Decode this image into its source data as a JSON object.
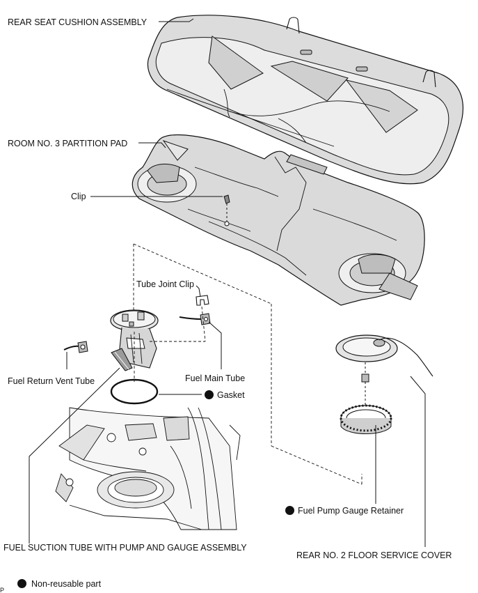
{
  "labels": {
    "rear_seat_cushion": "REAR SEAT CUSHION ASSEMBLY",
    "room_partition_pad": "ROOM NO. 3 PARTITION PAD",
    "clip": "Clip",
    "tube_joint_clip": "Tube Joint Clip",
    "fuel_return_vent_tube": "Fuel Return Vent Tube",
    "fuel_main_tube": "Fuel Main Tube",
    "gasket": "Gasket",
    "fuel_pump_gauge_retainer": "Fuel Pump Gauge Retainer",
    "fuel_suction_tube": "FUEL SUCTION TUBE WITH PUMP AND GAUGE ASSEMBLY",
    "rear_floor_service_cover": "REAR NO. 2 FLOOR SERVICE COVER"
  },
  "legend": {
    "non_reusable": "Non-reusable part",
    "corner_mark": "P"
  },
  "colors": {
    "line": "#111111",
    "shade": "#d9d9d9",
    "dark_shade": "#a8a8a8"
  },
  "icons": {
    "non_reusable_marker": "filled-circle"
  }
}
